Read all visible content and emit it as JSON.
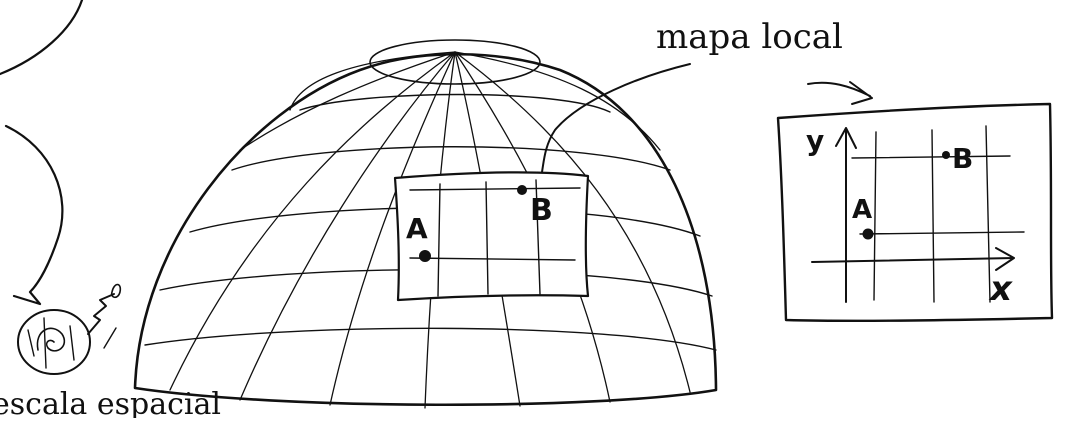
{
  "labels": {
    "local_map_title": "mapa local",
    "spatial_scale": "escala espacial"
  },
  "dome_patch": {
    "point_a": "A",
    "point_b": "B"
  },
  "local_map": {
    "y_axis": "y",
    "x_axis": "x",
    "point_a": "A",
    "point_b": "B"
  },
  "colors": {
    "ink": "#111111",
    "paper": "#ffffff"
  }
}
